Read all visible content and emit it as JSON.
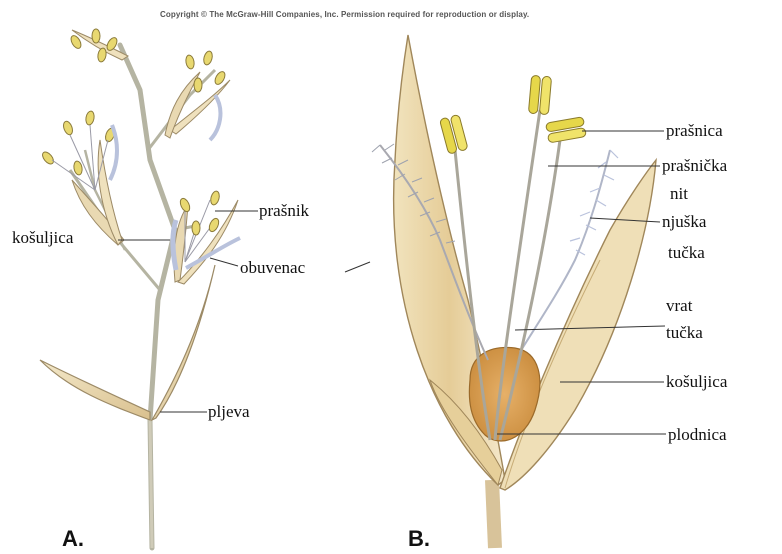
{
  "copyright": "Copyright © The McGraw-Hill Companies, Inc. Permission required for reproduction or display.",
  "panel_a": {
    "letter": "A.",
    "labels": {
      "prasnik": "prašnik",
      "kosuljica": "košuljica",
      "obuvenac": "obuvenac",
      "pljeva": "pljeva"
    }
  },
  "panel_b": {
    "letter": "B.",
    "labels": {
      "prasnica": "prašnica",
      "prasnicka_1": "prašnička",
      "prasnicka_2": "nit",
      "njuska_1": "njuška",
      "njuska_2": "tučka",
      "vrat_1": "vrat",
      "vrat_2": "tučka",
      "kosuljica": "košuljica",
      "plodnica": "plodnica"
    }
  },
  "colors": {
    "stem": "#b8b8a8",
    "leaf": "#e7d6b0",
    "anther": "#e6d74a",
    "ovary": "#d9a458",
    "stigma": "#c8d0e4"
  }
}
